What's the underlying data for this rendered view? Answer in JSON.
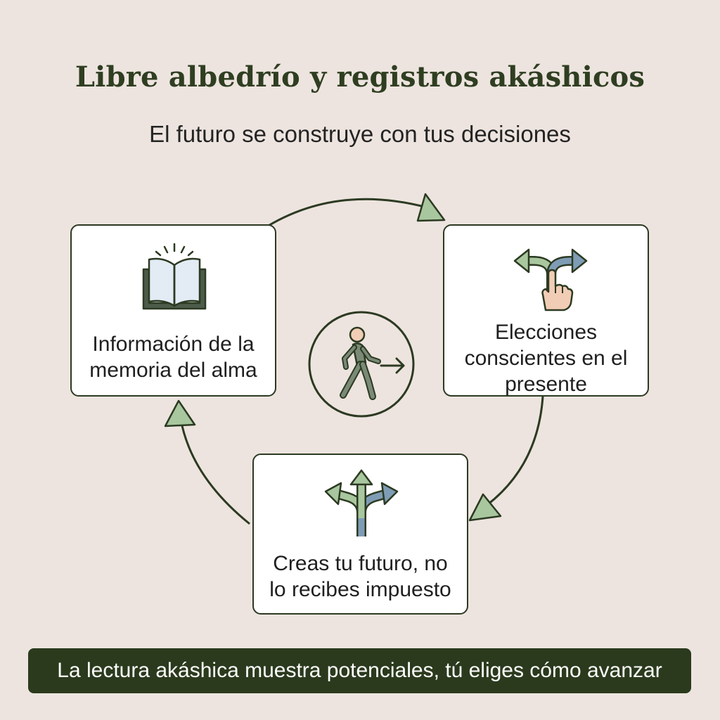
{
  "title": "Libre albedrío y registros akáshicos",
  "subtitle": "El futuro se construye con tus decisiones",
  "nodes": {
    "memory": {
      "label": "Información de la memoria del alma",
      "icon": "open-book-icon"
    },
    "choices": {
      "label": "Elecciones conscientes  en el presente",
      "icon": "hand-choosing-path-icon"
    },
    "future": {
      "label": "Creas tu futuro, no lo recibes impuesto",
      "icon": "branching-arrows-icon"
    },
    "center": {
      "icon": "walking-person-icon"
    }
  },
  "footer": "La lectura akáshica muestra potenciales, tú eliges cómo avanzar",
  "colors": {
    "background": "#ede4df",
    "dark_green": "#2b3a1d",
    "sage_green": "#a9c79f",
    "slate_blue": "#7f9cb5"
  }
}
